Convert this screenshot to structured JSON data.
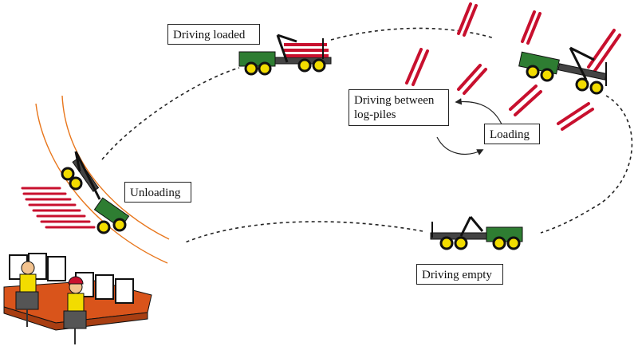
{
  "labels": {
    "driving_loaded": "Driving loaded",
    "driving_between": "Driving between\nlog-piles",
    "loading": "Loading",
    "unloading": "Unloading",
    "driving_empty": "Driving empty"
  },
  "colors": {
    "log_red": "#c8102e",
    "cab_green": "#2e7d32",
    "wheel_yellow": "#f2dc00",
    "road_orange": "#e8761c",
    "desk_orange": "#d9541b",
    "path_line": "#222222"
  }
}
